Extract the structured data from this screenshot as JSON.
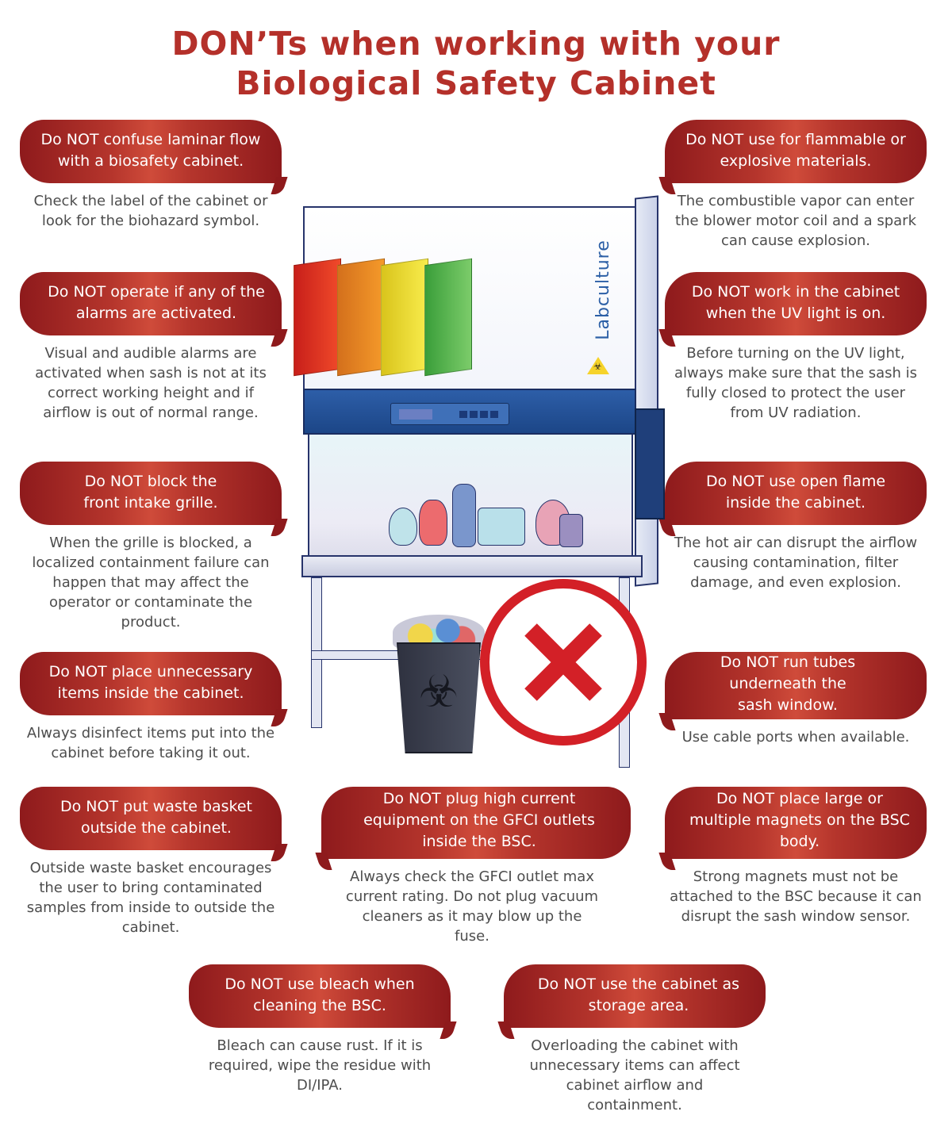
{
  "title": {
    "line1": "DON’Ts when working with your",
    "line2": "Biological Safety Cabinet",
    "color": "#b4302a"
  },
  "colors": {
    "bubble_dark": "#8e1a1c",
    "bubble_light": "#cf4b3a",
    "body_text": "#4d4d4d",
    "no_sign": "#d32027"
  },
  "left_column": [
    {
      "heading": "Do NOT confuse laminar flow with a biosafety cabinet.",
      "description": "Check the label of the cabinet or look for the biohazard symbol."
    },
    {
      "heading": "Do NOT operate if any of the alarms are activated.",
      "description": "Visual and audible alarms are activated when sash is not at its correct working height and if airflow is out of normal range."
    },
    {
      "heading": "Do NOT block the front intake grille.",
      "description": "When the grille is blocked, a localized containment failure can happen that may affect the operator or contaminate the product."
    },
    {
      "heading": "Do NOT place unnecessary items inside the cabinet.",
      "description": "Always disinfect items put into the cabinet before taking it out."
    },
    {
      "heading": "Do NOT put waste basket outside the cabinet.",
      "description": "Outside waste basket encourages the user to bring contaminated samples from inside to outside the cabinet."
    }
  ],
  "right_column": [
    {
      "heading": "Do NOT use for flammable or explosive materials.",
      "description": "The combustible vapor can enter the blower motor coil and a spark can cause explosion."
    },
    {
      "heading": "Do NOT work in the cabinet when the UV light is on.",
      "description": "Before turning on the UV light, always make sure that the sash is fully closed to protect the user from UV radiation."
    },
    {
      "heading": "Do NOT use open flame inside the cabinet.",
      "description": "The hot air can disrupt the airflow causing contamination, filter damage, and even explosion."
    },
    {
      "heading": "Do NOT run tubes underneath the sash window.",
      "description": "Use cable ports when available."
    },
    {
      "heading": "Do NOT place large or multiple magnets on the BSC body.",
      "description": "Strong magnets must not be attached to the BSC because it can disrupt the sash window sensor."
    }
  ],
  "center": {
    "heading": "Do NOT plug high current equipment on the GFCI outlets inside the BSC.",
    "description": "Always check the GFCI outlet max current rating. Do not plug vacuum cleaners as it may blow up the fuse."
  },
  "bottom_row": [
    {
      "heading": "Do NOT use bleach when cleaning the BSC.",
      "description": "Bleach can cause rust. If it is required, wipe the residue with DI/IPA."
    },
    {
      "heading": "Do NOT use the cabinet as storage area.",
      "description": "Overloading the cabinet with unnecessary items can affect cabinet airflow and containment."
    }
  ],
  "illustration": {
    "brand": "Labculture",
    "hazard_glyph": "☣",
    "bin_glyph": "☣"
  }
}
